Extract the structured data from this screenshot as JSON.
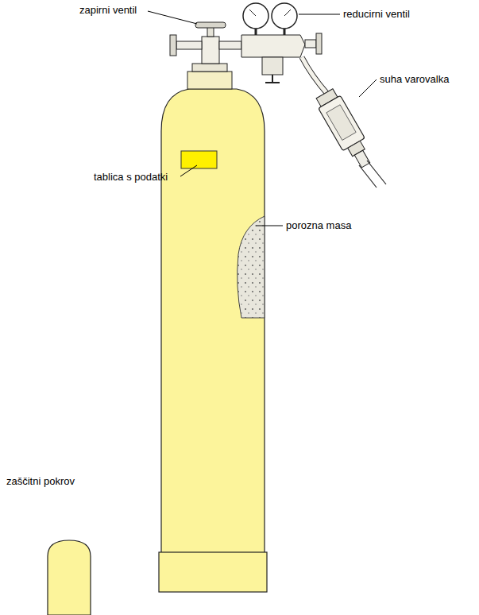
{
  "diagram": {
    "labels": [
      "zapirni ventil",
      "reducirni ventil",
      "suha varovalka",
      "tablica s podatki",
      "porozna masa",
      "zaščitni pokrov"
    ]
  }
}
